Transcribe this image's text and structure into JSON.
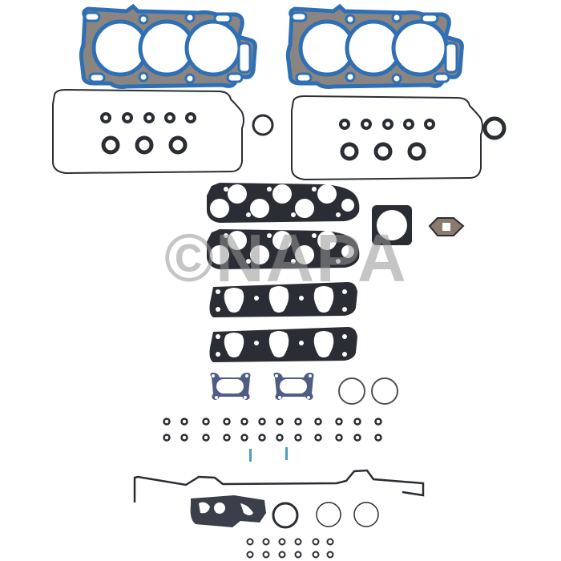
{
  "image": {
    "subject": "Engine head gasket set components",
    "watermark": "©NAPA",
    "colors": {
      "background": "#ffffff",
      "head_gasket_blue": "#2f6fb5",
      "head_gasket_gray": "#8a8580",
      "gasket_dark": "#2a2d33",
      "gasket_outline_blue": "#3c4a78",
      "watermark_gray": "#969696"
    }
  },
  "components": [
    {
      "name": "cylinder head gasket",
      "count": 2
    },
    {
      "name": "valve cover gasket",
      "count": 2
    },
    {
      "name": "spark plug tube seal (small)",
      "count": 10
    },
    {
      "name": "spark plug tube seal (large)",
      "count": 6
    },
    {
      "name": "cam seal",
      "count": 2
    },
    {
      "name": "upper intake manifold gasket",
      "count": 2
    },
    {
      "name": "throttle body gasket",
      "count": 1
    },
    {
      "name": "EGR gasket",
      "count": 1
    },
    {
      "name": "lower intake manifold gasket",
      "count": 2
    },
    {
      "name": "exhaust manifold gasket",
      "count": 2
    },
    {
      "name": "o-ring large",
      "count": 4
    },
    {
      "name": "injector o-ring",
      "count": 24
    },
    {
      "name": "valve stem seal strip",
      "count": 2
    },
    {
      "name": "timing cover seal",
      "count": 1
    },
    {
      "name": "water passage gasket",
      "count": 1
    },
    {
      "name": "thermostat seal",
      "count": 1
    },
    {
      "name": "small o-ring",
      "count": 12
    }
  ]
}
